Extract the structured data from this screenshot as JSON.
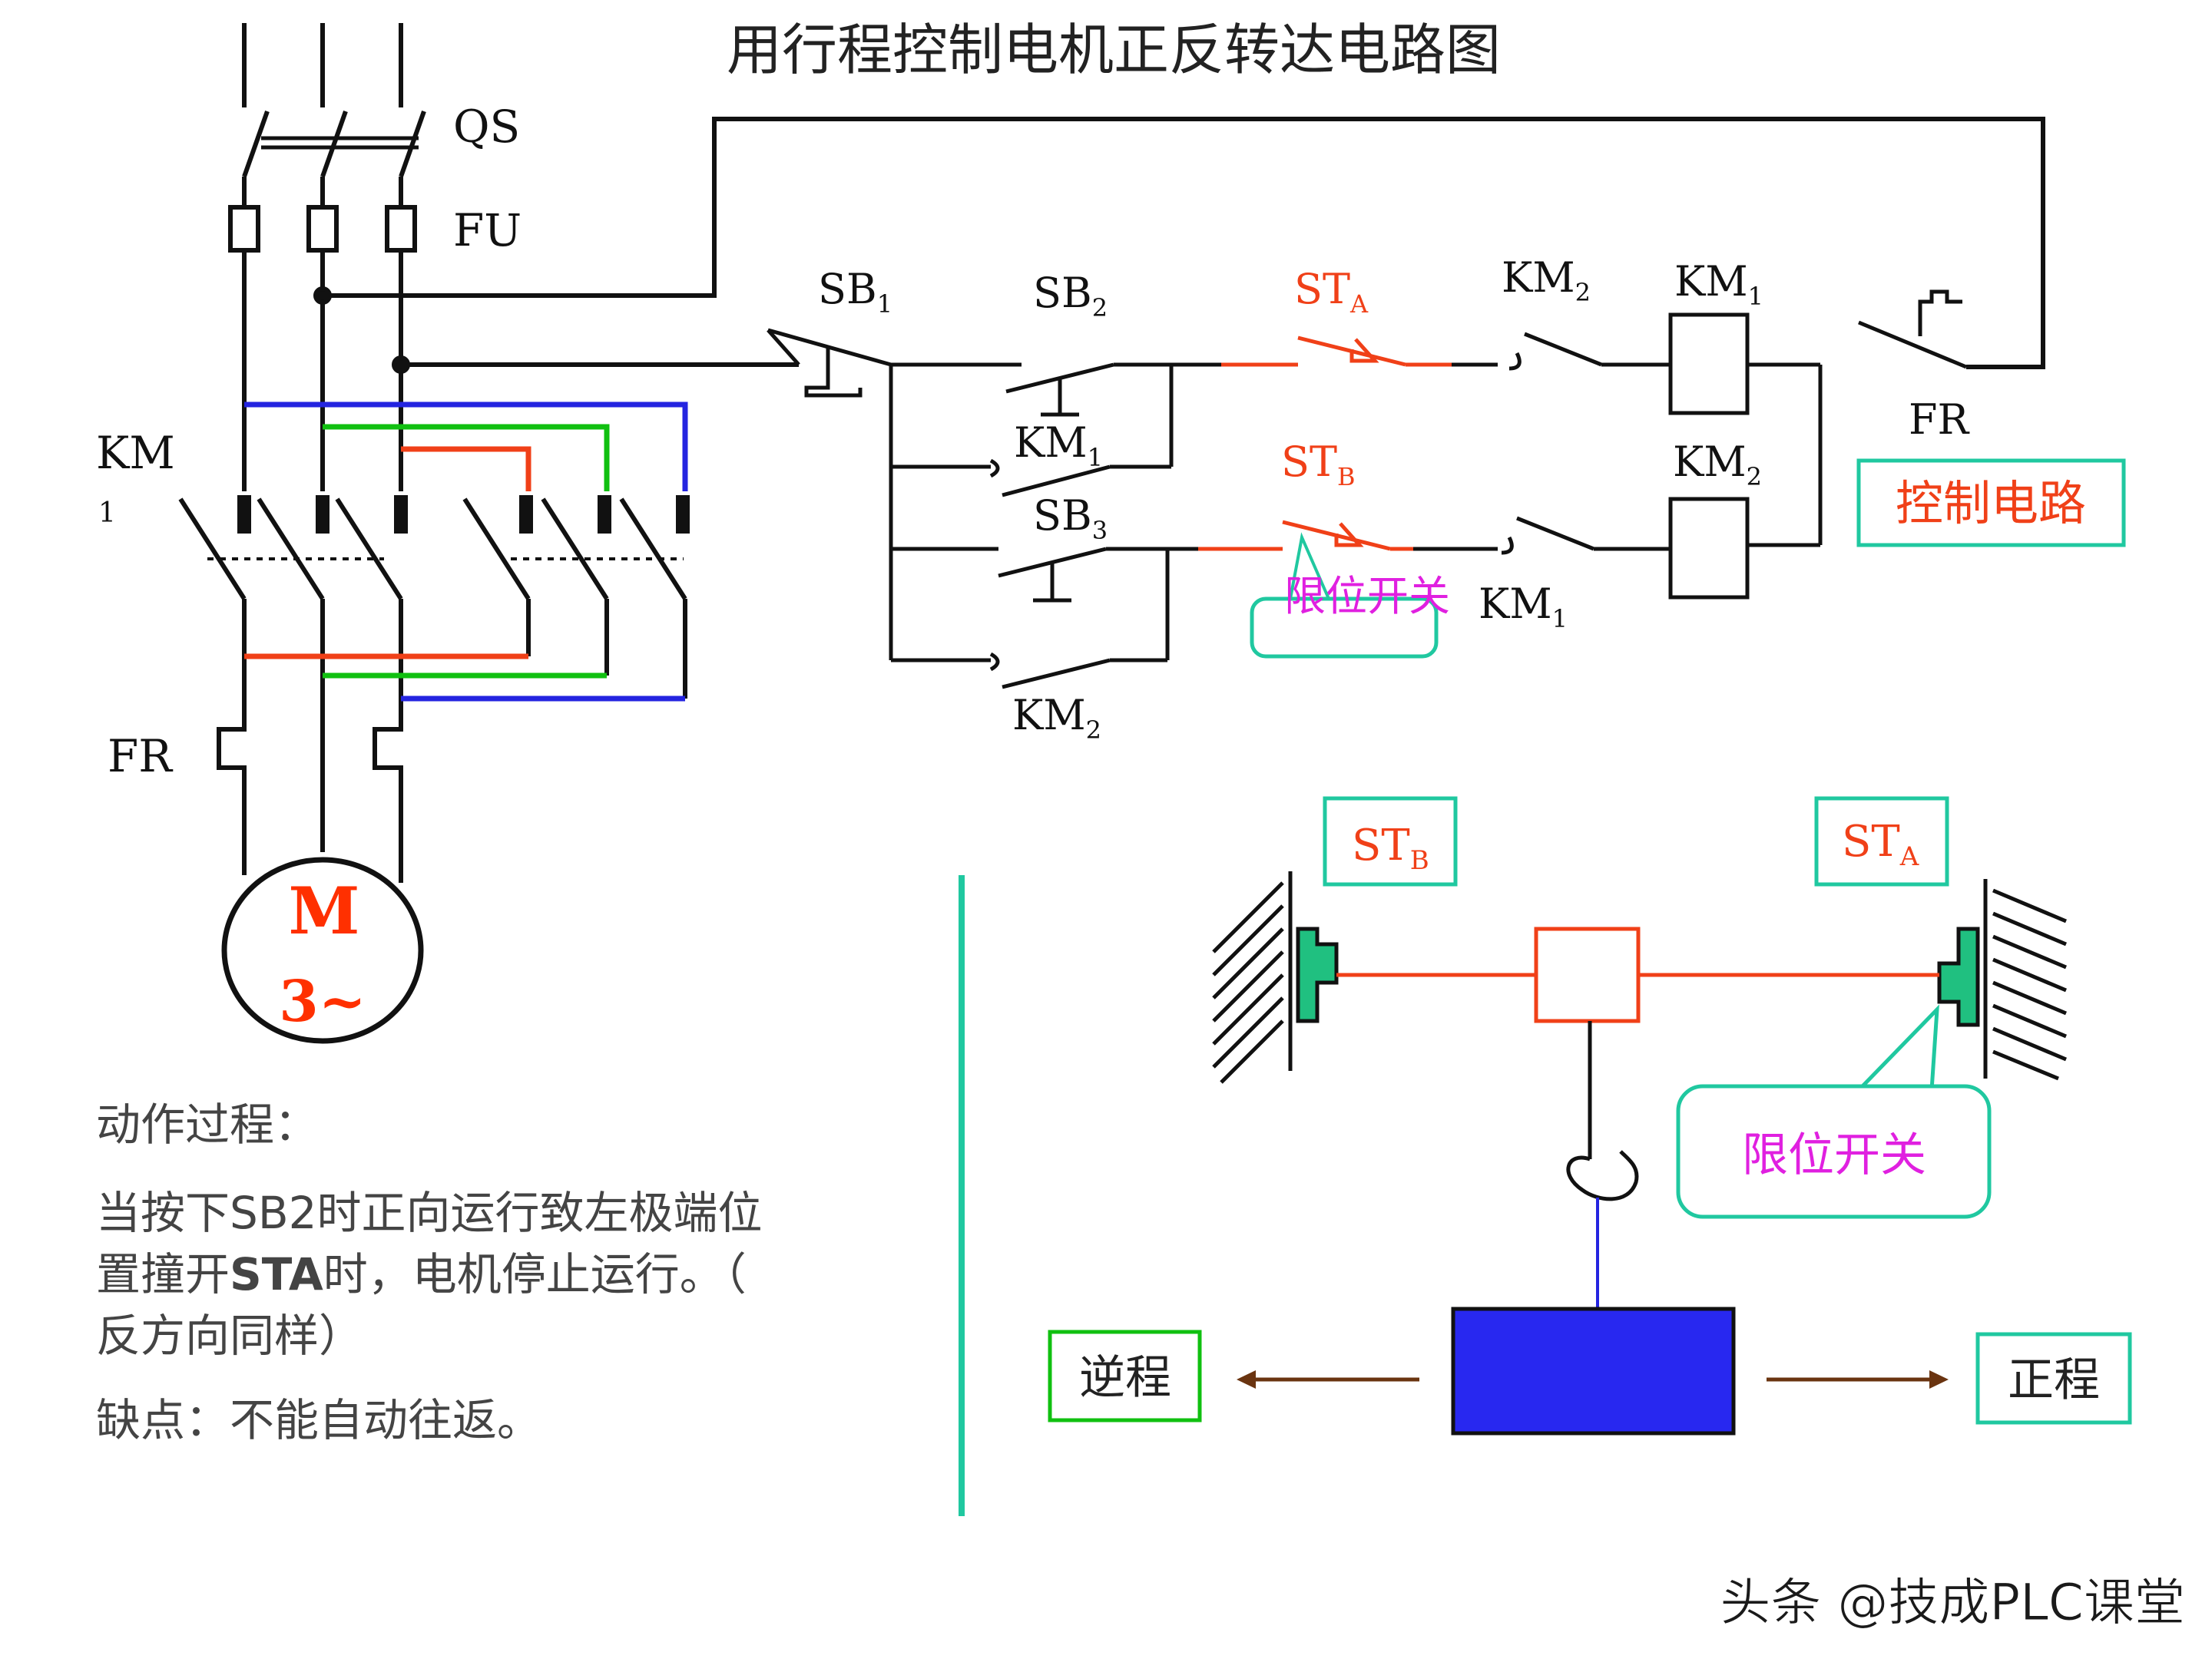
{
  "title": "用行程控制电机正反转达电路图",
  "power_circuit": {
    "qs_label": "QS",
    "fu_label": "FU",
    "km1_label_main": "KM",
    "km1_label_sub": "1",
    "fr_label": "FR",
    "motor_letter": "M",
    "motor_phase": "3~"
  },
  "control_circuit": {
    "sb1": {
      "base": "SB",
      "sub": "1"
    },
    "sb2": {
      "base": "SB",
      "sub": "2"
    },
    "sb3": {
      "base": "SB",
      "sub": "3"
    },
    "sta": {
      "base": "ST",
      "sub": "A"
    },
    "stb": {
      "base": "ST",
      "sub": "B"
    },
    "km2_nc_top": {
      "base": "KM",
      "sub": "2"
    },
    "km1_coil": {
      "base": "KM",
      "sub": "1"
    },
    "km1_hold": {
      "base": "KM",
      "sub": "1"
    },
    "km2_coil": {
      "base": "KM",
      "sub": "2"
    },
    "km1_nc_bottom": {
      "base": "KM",
      "sub": "1"
    },
    "km2_hold": {
      "base": "KM",
      "sub": "2"
    },
    "fr_label": "FR",
    "callout_label": "限位开关",
    "box_label": "控制电路"
  },
  "process_text": {
    "heading": "动作过程：",
    "line1": "当按下SB2时正向运行致左极端位",
    "line2_a": "置撞开",
    "line2_bold": "STA",
    "line2_b": "时，电机停止运行。（",
    "line3": "反方向同样）",
    "defect": "缺点：不能自动往返。"
  },
  "mechanism": {
    "stb_label": {
      "base": "ST",
      "sub": "B"
    },
    "sta_label": {
      "base": "ST",
      "sub": "A"
    },
    "limit_label": "限位开关",
    "reverse_label": "逆程",
    "forward_label": "正程"
  },
  "watermark": "头条 @技成PLC课堂",
  "colors": {
    "red": "#f04018",
    "blue": "#2424e0",
    "green": "#10c010",
    "teal": "#20c8a0",
    "magenta": "#e020e0",
    "motor_red": "#ff3000",
    "trolley": "#2828f0",
    "arrow": "#6a3410",
    "slider": "#20c080"
  }
}
